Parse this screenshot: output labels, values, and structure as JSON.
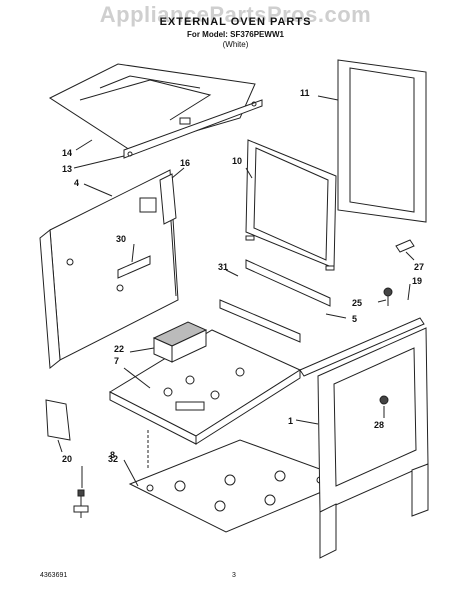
{
  "header": {
    "watermark": "AppliancePartsPros.com",
    "title": "EXTERNAL OVEN PARTS",
    "model_line": "For Model: SF376PEWW1",
    "color_line": "(White)"
  },
  "footer": {
    "doc_number": "4363691",
    "page_number": "3"
  },
  "callouts": [
    "14",
    "13",
    "4",
    "16",
    "30",
    "22",
    "7",
    "20",
    "32",
    "8",
    "11",
    "10",
    "31",
    "27",
    "19",
    "25",
    "5",
    "1",
    "28"
  ]
}
